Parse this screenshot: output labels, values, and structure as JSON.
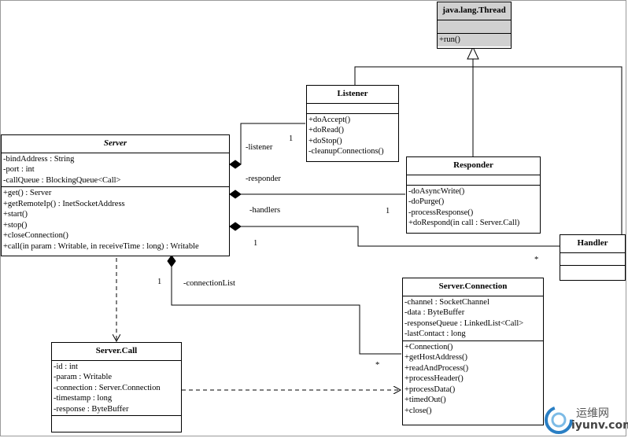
{
  "classes": {
    "thread": {
      "name": "java.lang.Thread",
      "attributes": [],
      "methods": [
        "+run()"
      ]
    },
    "listener": {
      "name": "Listener",
      "attributes": [],
      "methods": [
        "+doAccept()",
        "+doRead()",
        "+doStop()",
        "-cleanupConnections()"
      ]
    },
    "server": {
      "name": "Server",
      "attributes": [
        "-bindAddress : String",
        "-port : int",
        "-callQueue : BlockingQueue<Call>"
      ],
      "methods": [
        "+get() : Server",
        "+getRemoteIp() : InetSocketAddress",
        "+start()",
        "+stop()",
        "+closeConnection()",
        "+call(in param : Writable, in receiveTime : long) : Writable"
      ]
    },
    "responder": {
      "name": "Responder",
      "attributes": [],
      "methods": [
        "-doAsyncWrite()",
        "-doPurge()",
        "-processResponse()",
        "+doRespond(in call : Server.Call)"
      ]
    },
    "handler": {
      "name": "Handler",
      "attributes": [],
      "methods": []
    },
    "connection": {
      "name": "Server.Connection",
      "attributes": [
        "-channel : SocketChannel",
        "-data : ByteBuffer",
        "-responseQueue : LinkedList<Call>",
        "-lastContact : long"
      ],
      "methods": [
        "+Connection()",
        "+getHostAddress()",
        "+readAndProcess()",
        "+processHeader()",
        "+processData()",
        "+timedOut()",
        "+close()"
      ]
    },
    "call": {
      "name": "Server.Call",
      "attributes": [
        "-id : int",
        "-param : Writable",
        "-connection : Server.Connection",
        "-timestamp : long",
        "-response : ByteBuffer"
      ],
      "methods": []
    }
  },
  "labels": {
    "listener_role": "-listener",
    "listener_mult": "1",
    "responder_role": "-responder",
    "responder_mult": "1",
    "handlers_role": "-handlers",
    "handlers_mult_server": "1",
    "handlers_mult": "*",
    "connlist_role": "-connectionList",
    "connlist_mult_server": "1",
    "connlist_mult": "*"
  },
  "watermark": {
    "text_cn": "运维网",
    "text_url": "iyunv.com"
  }
}
